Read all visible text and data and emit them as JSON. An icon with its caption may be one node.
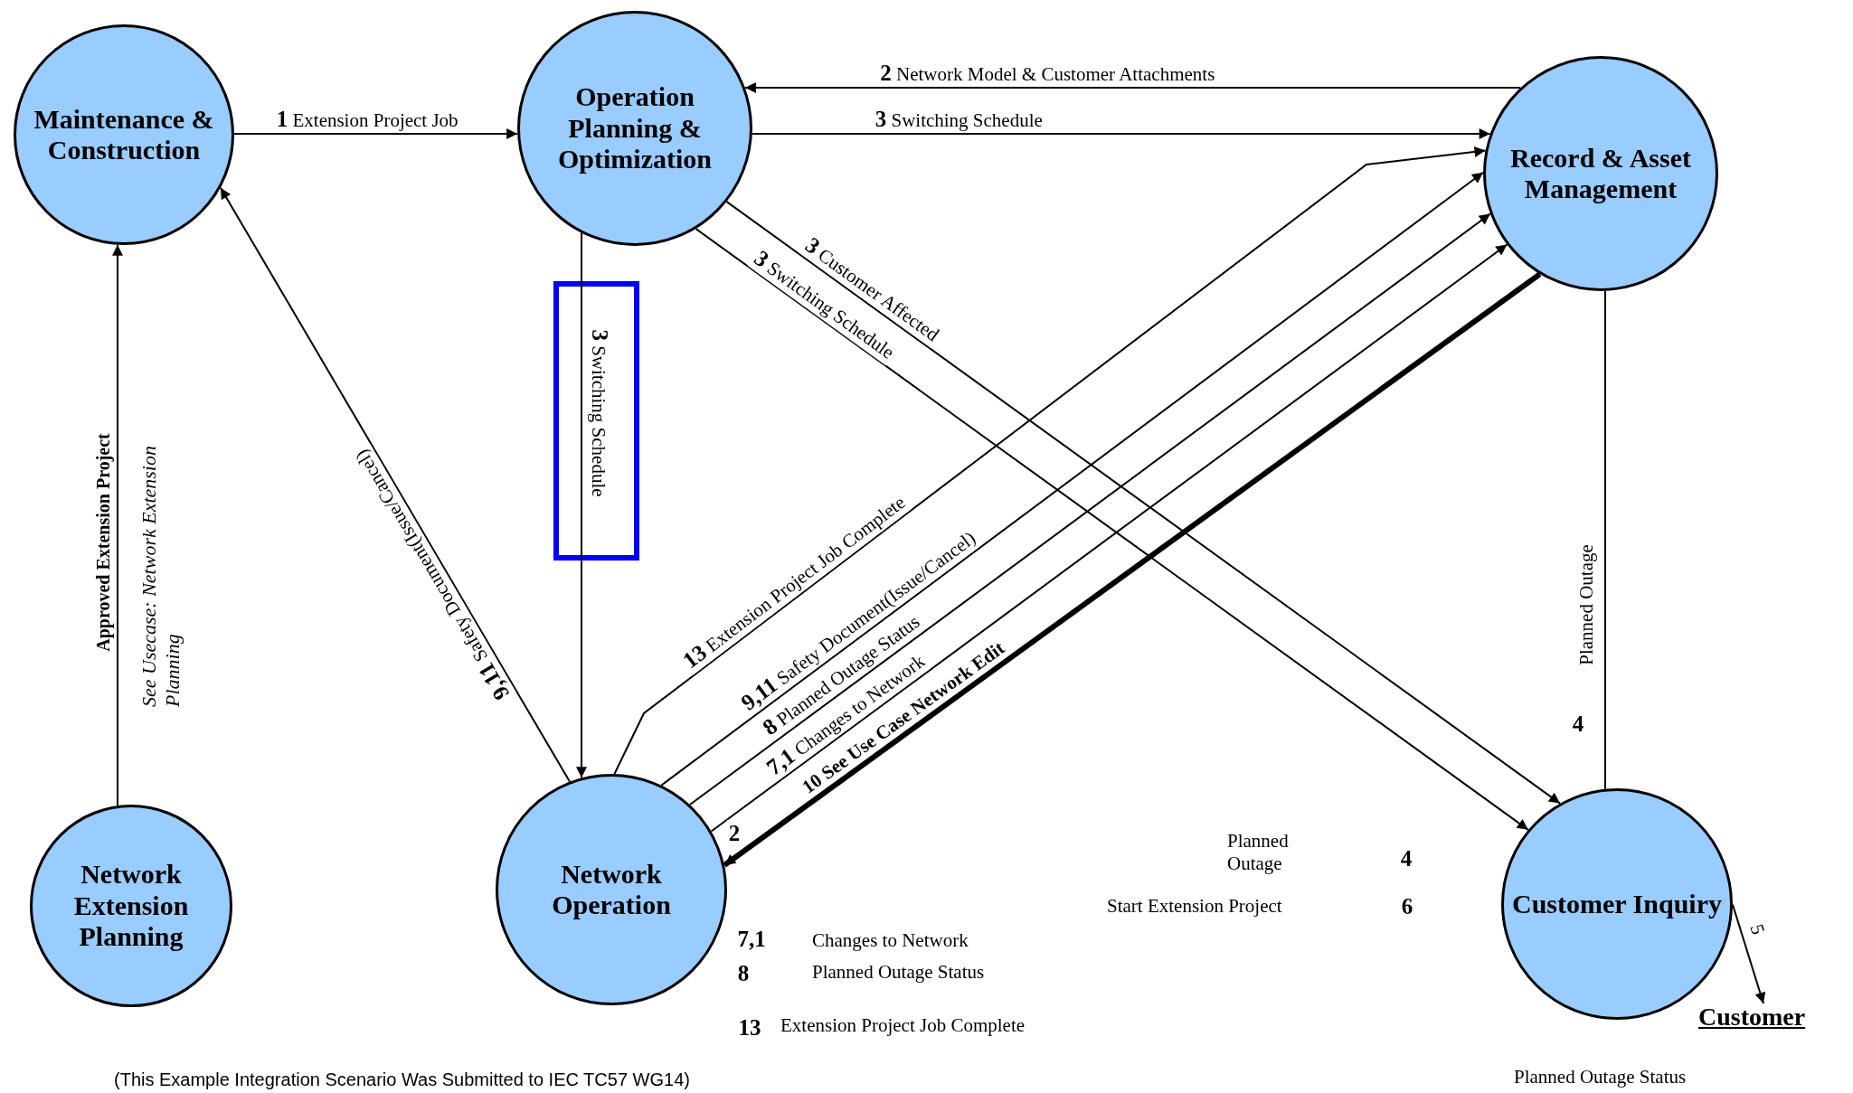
{
  "diagram": {
    "nodes": [
      {
        "text": [
          "Maintenance & Construction"
        ]
      },
      {
        "text": [
          "Operation Planning & Optimization"
        ]
      },
      {
        "text": [
          "Record & Asset Management"
        ]
      },
      {
        "text": [
          "Network Extension Planning"
        ]
      },
      {
        "text": [
          "Network Operation"
        ]
      },
      {
        "text": [
          "Customer Inquiry"
        ]
      },
      {
        "text": [
          "Customer"
        ]
      }
    ],
    "edges": [
      {
        "from": 0,
        "to": 1,
        "arrow": "to",
        "label": "**1** Extension Project Job"
      },
      {
        "from": 2,
        "to": 1,
        "arrow": "to",
        "label": "**2** Network Model & Customer Attachments"
      },
      {
        "from": 1,
        "to": 2,
        "arrow": "to",
        "label": "**3** Switching Schedule"
      },
      {
        "from": 1,
        "to": 4,
        "arrow": "to",
        "label": "**3** Switching Schedule"
      },
      {
        "from": 1,
        "to": 5,
        "arrow": "to",
        "label": "**3** Customer Affected"
      },
      {
        "from": 1,
        "to": 5,
        "arrow": "to",
        "label": "**3** Switching Schedule"
      },
      {
        "from": 4,
        "to": 2,
        "arrow": "to",
        "label": "**13** Extension Project Job Complete"
      },
      {
        "from": 4,
        "to": 2,
        "arrow": "to",
        "label": "**9,11** Safety Document(Issue/Cancel)"
      },
      {
        "from": 4,
        "to": 2,
        "arrow": "to",
        "label": "**8** Planned Outage Status"
      },
      {
        "from": 4,
        "to": 2,
        "arrow": "to",
        "label": "**7,1** Changes to Network"
      },
      {
        "from": 2,
        "to": 4,
        "arrow": "to",
        "label": "10 See Use Case Network Edit",
        "style": "thick"
      },
      {
        "from": 4,
        "to": 0,
        "arrow": "to",
        "label": "**9,11** Safety Document(Issue/Cancel)"
      },
      {
        "from": 3,
        "to": 0,
        "arrow": "to",
        "label": "Approved Extension Project"
      },
      {
        "from": 2,
        "to": 5,
        "arrow": "none",
        "label": "Planned Outage"
      },
      {
        "from": 5,
        "to": 6,
        "arrow": "to",
        "label": "5"
      }
    ],
    "labels": [
      "See Usecase: Network Extension Planning",
      "4",
      "2",
      "Planned Outage",
      "4",
      "Start Extension Project",
      "6",
      "7,1",
      "Changes to Network",
      "8",
      "Planned Outage Status",
      "13",
      "Extension Project Job Complete",
      "(This Example Integration Scenario Was Submitted to IEC TC57 WG14)",
      "Planned Outage Status"
    ]
  }
}
